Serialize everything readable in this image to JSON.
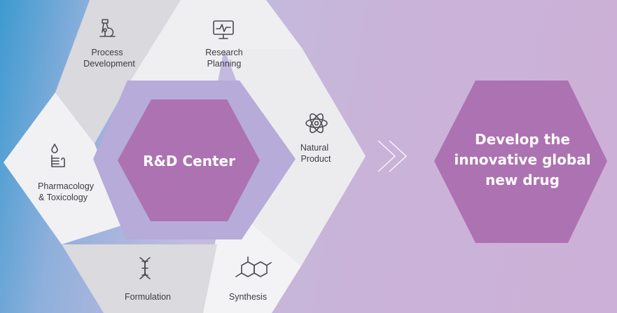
{
  "hub": {
    "center_label": "R&D Center",
    "segments": [
      {
        "id": "process",
        "lines": [
          "Process",
          "Development"
        ],
        "icon": "microscope-icon"
      },
      {
        "id": "research",
        "lines": [
          "Research",
          "Planning"
        ],
        "icon": "monitor-pulse-icon"
      },
      {
        "id": "natural",
        "lines": [
          "Natural",
          "Product"
        ],
        "icon": "atom-icon"
      },
      {
        "id": "synthesis",
        "lines": [
          "Synthesis"
        ],
        "icon": "molecule-icon"
      },
      {
        "id": "formulation",
        "lines": [
          "Formulation"
        ],
        "icon": "dna-icon"
      },
      {
        "id": "pharmacology",
        "lines": [
          "Pharmacology",
          "& Toxicology"
        ],
        "icon": "hand-drop-icon"
      }
    ]
  },
  "arrow": {
    "icon": "double-chevron-right-icon"
  },
  "goal": {
    "lines": [
      "Develop the",
      "innovative global",
      "new drug"
    ]
  },
  "colors": {
    "hub_purple": "#ac72b0",
    "ring_lavender": "#b5aad8",
    "segment_light": "#f1f1f3",
    "segment_shade": "#dcdce1",
    "text_dark": "#3c3c44"
  }
}
